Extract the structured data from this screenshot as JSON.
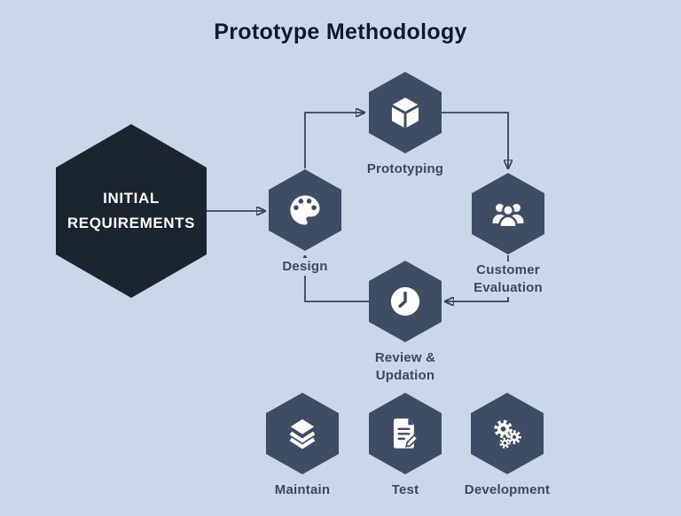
{
  "title": "Prototype Methodology",
  "colors": {
    "background": "#cad7e9",
    "hexagon": "#3e4d63",
    "hexagon_dark": "#1b2431",
    "text": "#3b4a5f",
    "title": "#101a2a",
    "arrow": "#36455b",
    "icon_white": "#ffffff"
  },
  "nodes": {
    "initial_requirements": {
      "lines": [
        "INITIAL",
        "REQUIREMENTS"
      ],
      "icon": "none"
    },
    "design": {
      "lines": [
        "Design"
      ],
      "icon": "palette-icon"
    },
    "prototyping": {
      "lines": [
        "Prototyping"
      ],
      "icon": "cube-icon"
    },
    "customer_evaluation": {
      "lines": [
        "Customer",
        "Evaluation"
      ],
      "icon": "people-group-icon"
    },
    "review_updation": {
      "lines": [
        "Review &",
        "Updation"
      ],
      "icon": "clock-icon"
    },
    "maintain": {
      "lines": [
        "Maintain"
      ],
      "icon": "layers-icon"
    },
    "test": {
      "lines": [
        "Test"
      ],
      "icon": "document-pencil-icon"
    },
    "development": {
      "lines": [
        "Development"
      ],
      "icon": "gears-icon"
    }
  },
  "edges": [
    {
      "from": "initial_requirements",
      "to": "design"
    },
    {
      "from": "design",
      "to": "prototyping"
    },
    {
      "from": "prototyping",
      "to": "customer_evaluation"
    },
    {
      "from": "customer_evaluation",
      "to": "review_updation"
    },
    {
      "from": "review_updation",
      "to": "design"
    }
  ]
}
